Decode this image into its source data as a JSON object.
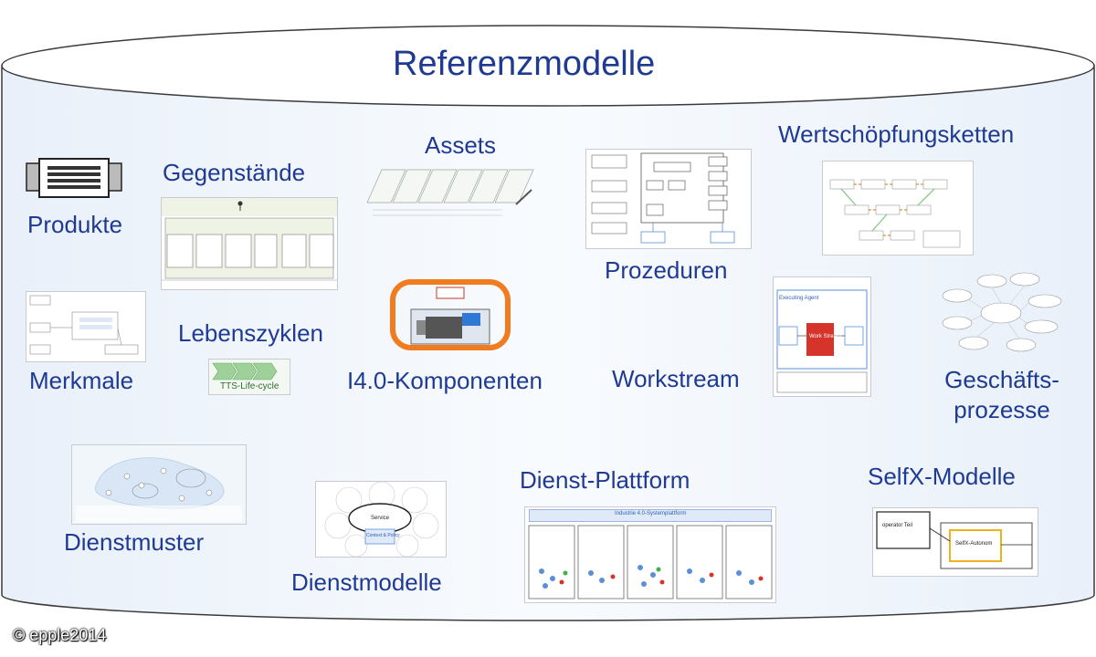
{
  "title": "Referenzmodelle",
  "labels": {
    "produkte": "Produkte",
    "gegenstaende": "Gegenstände",
    "assets": "Assets",
    "prozeduren": "Prozeduren",
    "wertschoepfungsketten": "Wertschöpfungsketten",
    "merkmale": "Merkmale",
    "lebenszyklen": "Lebenszyklen",
    "komponenten": "I4.0-Komponenten",
    "workstream": "Workstream",
    "geschaefts_line1": "Geschäfts-",
    "geschaefts_line2": "prozesse",
    "dienstmuster": "Dienstmuster",
    "dienstmodelle": "Dienstmodelle",
    "dienst_plattform": "Dienst-Plattform",
    "selfx_modelle": "SelfX-Modelle"
  },
  "thumb_text": {
    "lifecycle_tag": "TTS-Life-cycle",
    "service_center": "Service",
    "context_policy": "Context & Policy",
    "platform_header": "Industrie 4.0-Systemplattform",
    "operator": "operator Teil",
    "selfx_autonom": "SelfX-Autonom",
    "work_stream": "Work Stream",
    "executing_agent": "Executing Agent"
  },
  "copyright": "© epple2014",
  "colors": {
    "label": "#1f3a93",
    "cylinder_fill": "#f3f7fc",
    "cylinder_stroke": "#3a3a3a",
    "thumb_border": "#c8cbd0"
  }
}
